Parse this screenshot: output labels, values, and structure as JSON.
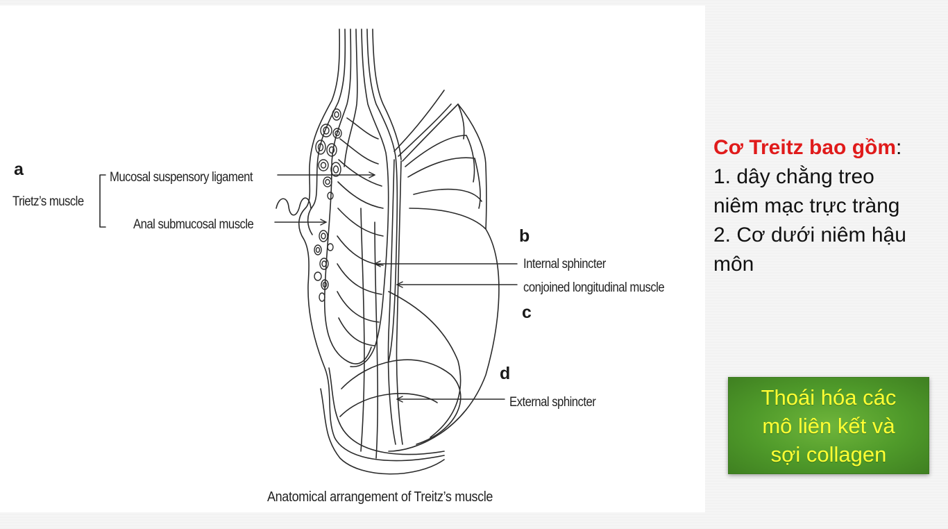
{
  "figure": {
    "labels": {
      "a": "a",
      "treitz_muscle": "Trietz’s muscle",
      "mucosal_suspensory_ligament": "Mucosal suspensory ligament",
      "anal_submucosal_muscle": "Anal submucosal muscle",
      "b": "b",
      "internal_sphincter": "Internal sphincter",
      "conjoined_longitudinal_muscle": "conjoined longitudinal muscle",
      "c": "c",
      "d": "d",
      "external_sphincter": "External sphincter"
    },
    "caption": "Anatomical arrangement of  Treitz’s muscle"
  },
  "side_panel": {
    "heading_highlight": "Cơ Treitz bao gồm",
    "heading_colon": ":",
    "item1_line1": "1. dây chằng treo",
    "item1_line2": "niêm mạc trực tràng",
    "item2_line1": "2. Cơ dưới niêm hậu",
    "item2_line2": "môn"
  },
  "callout": {
    "line1": "Thoái hóa các",
    "line2": "mô liên kết và",
    "line3": "sợi collagen"
  },
  "colors": {
    "highlight": "#e01b1b",
    "callout_bg": "#4f9a2a",
    "callout_text": "#ffff33"
  }
}
